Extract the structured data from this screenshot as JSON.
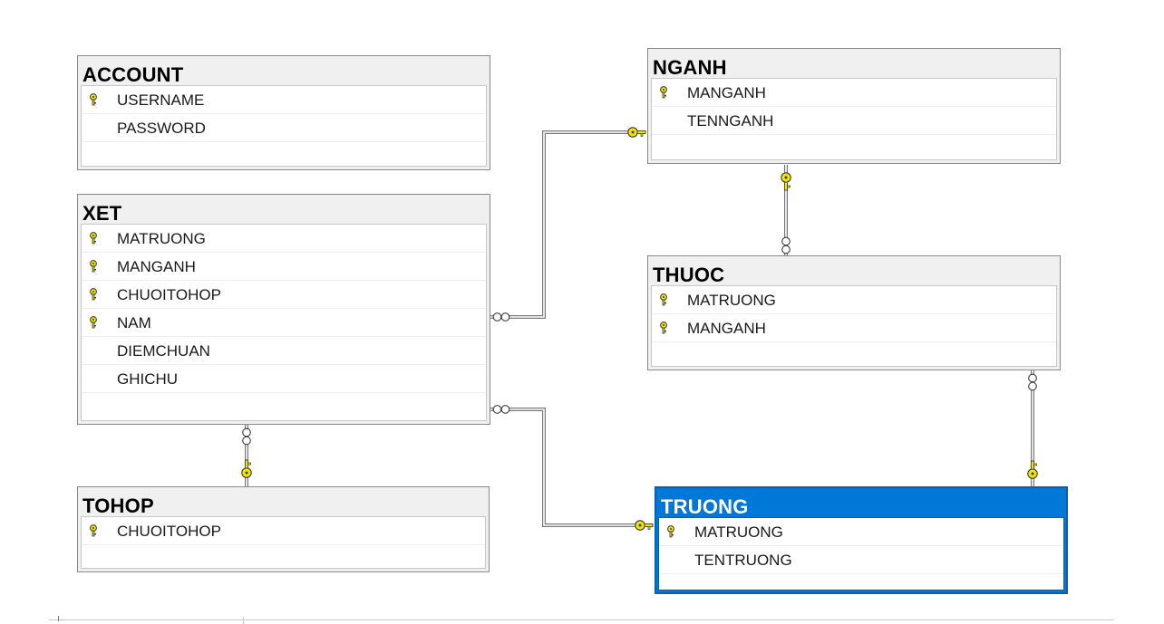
{
  "diagram": {
    "tables": [
      {
        "id": "account",
        "name": "ACCOUNT",
        "selected": false,
        "columns": [
          {
            "name": "USERNAME",
            "pk": true
          },
          {
            "name": "PASSWORD",
            "pk": false
          }
        ]
      },
      {
        "id": "xet",
        "name": "XET",
        "selected": false,
        "columns": [
          {
            "name": "MATRUONG",
            "pk": true
          },
          {
            "name": "MANGANH",
            "pk": true
          },
          {
            "name": "CHUOITOHOP",
            "pk": true
          },
          {
            "name": "NAM",
            "pk": true
          },
          {
            "name": "DIEMCHUAN",
            "pk": false
          },
          {
            "name": "GHICHU",
            "pk": false
          }
        ]
      },
      {
        "id": "tohop",
        "name": "TOHOP",
        "selected": false,
        "columns": [
          {
            "name": "CHUOITOHOP",
            "pk": true
          }
        ]
      },
      {
        "id": "nganh",
        "name": "NGANH",
        "selected": false,
        "columns": [
          {
            "name": "MANGANH",
            "pk": true
          },
          {
            "name": "TENNGANH",
            "pk": false
          }
        ]
      },
      {
        "id": "thuoc",
        "name": "THUOC",
        "selected": false,
        "columns": [
          {
            "name": "MATRUONG",
            "pk": true
          },
          {
            "name": "MANGANH",
            "pk": true
          }
        ]
      },
      {
        "id": "truong",
        "name": "TRUONG",
        "selected": true,
        "columns": [
          {
            "name": "MATRUONG",
            "pk": true
          },
          {
            "name": "TENTRUONG",
            "pk": false
          }
        ]
      }
    ],
    "relationships": [
      {
        "from": "xet",
        "to": "nganh"
      },
      {
        "from": "xet",
        "to": "truong"
      },
      {
        "from": "xet",
        "to": "tohop"
      },
      {
        "from": "thuoc",
        "to": "nganh"
      },
      {
        "from": "thuoc",
        "to": "truong"
      }
    ]
  },
  "colors": {
    "selected_header": "#0078d7",
    "key_yellow": "#f5e600",
    "connector": "#7a7a7a"
  },
  "icons": {
    "primary_key": "key-icon",
    "one_end": "key-icon",
    "many_end": "infinity-icon"
  }
}
